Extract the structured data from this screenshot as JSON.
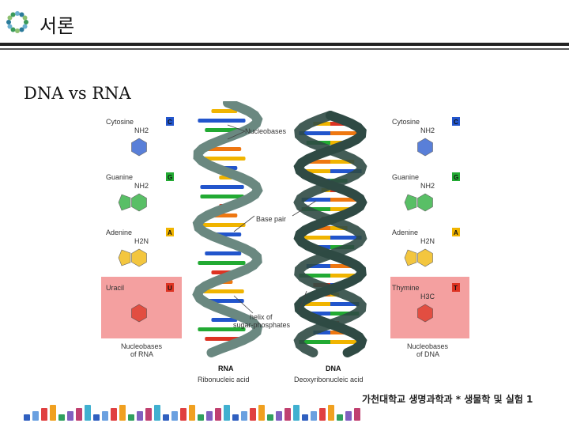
{
  "header": {
    "title": "서론"
  },
  "slide": {
    "subtitle": "DNA vs RNA"
  },
  "figure": {
    "left_bases": [
      {
        "name": "Cytosine",
        "letter": "C",
        "color": "#2255cc",
        "group": "NH2"
      },
      {
        "name": "Guanine",
        "letter": "G",
        "color": "#22aa33",
        "group": "NH2"
      },
      {
        "name": "Adenine",
        "letter": "A",
        "color": "#f0b400",
        "group": "H2N"
      },
      {
        "name": "Uracil",
        "letter": "U",
        "color": "#dd3322",
        "group": ""
      }
    ],
    "right_bases": [
      {
        "name": "Cytosine",
        "letter": "C",
        "color": "#2255cc",
        "group": "NH2"
      },
      {
        "name": "Guanine",
        "letter": "G",
        "color": "#22aa33",
        "group": "NH2"
      },
      {
        "name": "Adenine",
        "letter": "A",
        "color": "#f0b400",
        "group": "H2N"
      },
      {
        "name": "Thymine",
        "letter": "T",
        "color": "#dd3322",
        "group": "H3C"
      }
    ],
    "left_caption": [
      "Nucleobases",
      "of RNA"
    ],
    "right_caption": [
      "Nucleobases",
      "of DNA"
    ],
    "callouts": {
      "nucleobases": "Nucleobases",
      "base_pair": "Base pair",
      "helix": [
        "helix of",
        "sugar-phosphates"
      ]
    },
    "rna": {
      "label": "RNA",
      "full": "Ribonucleic acid"
    },
    "dna": {
      "label": "DNA",
      "full": "Deoxyribonucleic acid"
    }
  },
  "footer": {
    "text": "가천대학교 생명과학과 * 생물학 및 실험 1"
  }
}
